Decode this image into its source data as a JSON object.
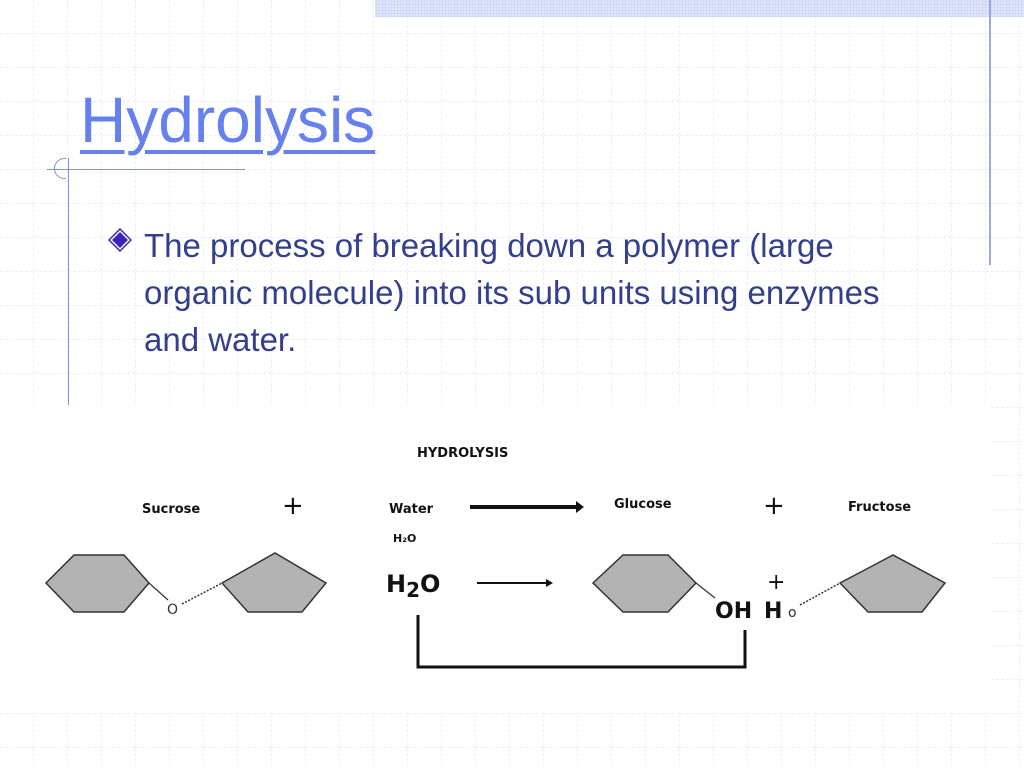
{
  "slide": {
    "title": "Hydrolysis",
    "bullets": [
      {
        "text": "The process of breaking down a polymer (large organic molecule) into its sub units using enzymes and water.",
        "icon": "diamond-bullet-icon"
      }
    ]
  },
  "theme": {
    "title_color": "#6680ee",
    "body_color": "#333f8c",
    "grid_color": "#d8dcf4",
    "accent_rule_color": "#7f8fe4",
    "bullet_fill": "#3d22b8"
  },
  "diagram": {
    "heading": "HYDROLYSIS",
    "row1": {
      "reactant": "Sucrose",
      "plus1": "+",
      "water_label": "Water",
      "water_formula": "H₂O",
      "product1": "Glucose",
      "plus2": "+",
      "product2": "Fructose"
    },
    "row2": {
      "linkage_o": "O",
      "water": "H",
      "water_sub": "2",
      "water_o": "O",
      "oh": "OH",
      "h": "H",
      "o_small": "o",
      "plus": "+"
    }
  }
}
